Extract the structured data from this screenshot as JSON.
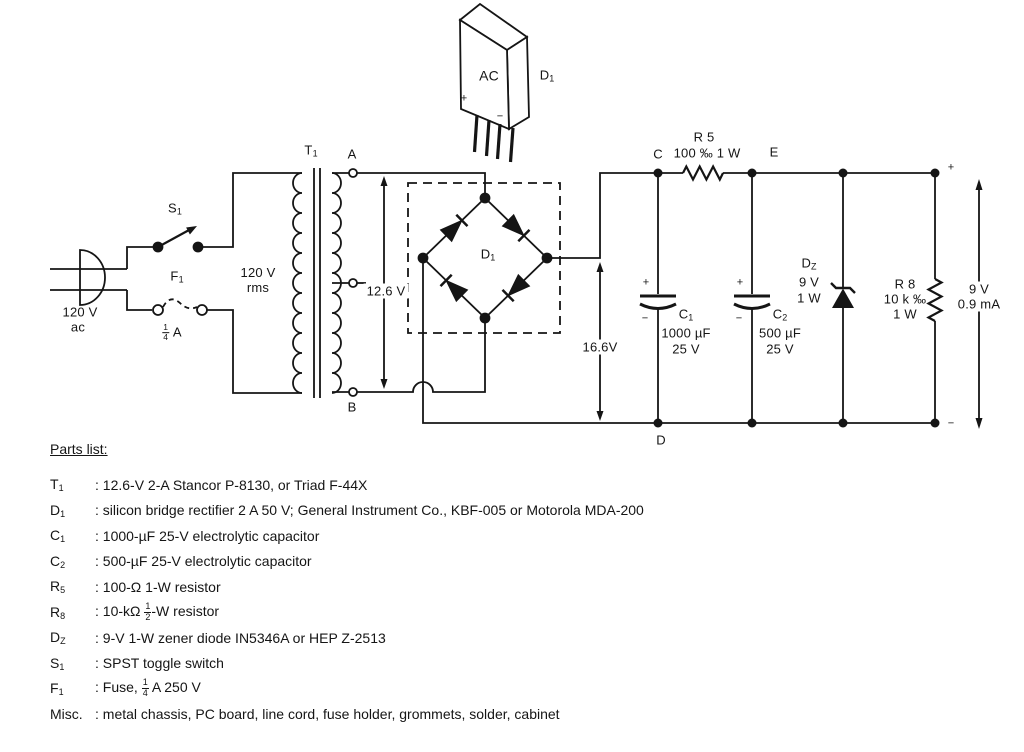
{
  "colors": {
    "ink": "#151515",
    "paper": "#ffffff"
  },
  "package": {
    "ac": "AC",
    "ref": "D",
    "sub": "1",
    "plus": "+",
    "minus": "−"
  },
  "input": {
    "voltage": "120 V",
    "type": "ac"
  },
  "switch": {
    "ref": "S",
    "sub": "1"
  },
  "fuse": {
    "ref": "F",
    "sub": "1",
    "num": "1",
    "den": "4",
    "unit": "A"
  },
  "transformer": {
    "ref": "T",
    "sub": "1",
    "primary_v": "120 V",
    "primary_unit": "rms",
    "secondary_v": "12.6 V",
    "term_a": "A",
    "term_b": "B"
  },
  "bridge": {
    "ref": "D",
    "sub": "1"
  },
  "rails": {
    "node_c": "C",
    "node_d": "D",
    "node_e": "E",
    "plus": "+",
    "minus": "−",
    "dc_v": "16.6V"
  },
  "r5": {
    "ref": "R 5",
    "value": "100 ‰ 1 W"
  },
  "c1": {
    "ref": "C",
    "sub": "1",
    "value": "1000 µF",
    "rating": "25 V",
    "plus": "+",
    "minus": "−"
  },
  "c2": {
    "ref": "C",
    "sub": "2",
    "value": "500 µF",
    "rating": "25 V",
    "plus": "+",
    "minus": "−"
  },
  "zener": {
    "ref": "D",
    "sub": "Z",
    "v": "9 V",
    "w": "1 W"
  },
  "r8": {
    "ref": "R 8",
    "value": "10 k ‰",
    "w": "1 W"
  },
  "output": {
    "v": "9 V",
    "i": "0.9 mA",
    "plus": "+",
    "minus": "−"
  },
  "parts_list": {
    "title": "Parts list:",
    "items": [
      {
        "ref": "T",
        "sub": "1",
        "desc": ": 12.6-V 2-A Stancor P-8130, or Triad F-44X"
      },
      {
        "ref": "D",
        "sub": "1",
        "desc": ": silicon bridge rectifier 2 A 50 V; General Instrument Co., KBF-005 or Motorola MDA-200"
      },
      {
        "ref": "C",
        "sub": "1",
        "desc": ": 1000-µF 25-V electrolytic capacitor"
      },
      {
        "ref": "C",
        "sub": "2",
        "desc": ": 500-µF 25-V electrolytic capacitor"
      },
      {
        "ref": "R",
        "sub": "5",
        "desc": ": 100-Ω 1-W resistor"
      },
      {
        "ref": "R",
        "sub": "8",
        "desc_pre": ": 10-kΩ ",
        "num": "1",
        "den": "2",
        "desc_post": "-W resistor"
      },
      {
        "ref": "D",
        "sub": "Z",
        "desc": ": 9-V 1-W zener diode IN5346A or HEP Z-2513"
      },
      {
        "ref": "S",
        "sub": "1",
        "desc": ": SPST toggle switch"
      },
      {
        "ref": "F",
        "sub": "1",
        "desc_pre": ": Fuse, ",
        "num": "1",
        "den": "4",
        "desc_post": " A 250 V"
      },
      {
        "ref": "Misc.",
        "sub": "",
        "desc": ": metal chassis, PC board, line cord, fuse holder, grommets, solder, cabinet"
      }
    ]
  }
}
